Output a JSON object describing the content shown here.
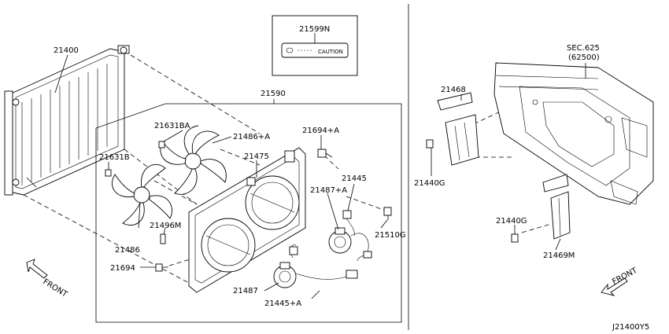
{
  "labels": {
    "p21400": "21400",
    "p21599n": "21599N",
    "caution": "CAUTION",
    "p21590": "21590",
    "p21631ba": "21631BA",
    "p21486a": "21486+A",
    "p21694a": "21694+A",
    "p21631b": "21631B",
    "p21475": "21475",
    "p21445": "21445",
    "p21487a": "21487+A",
    "p21510g": "21510G",
    "p21496m": "21496M",
    "p21486": "21486",
    "p21694": "21694",
    "p21487": "21487",
    "p21445a": "21445+A",
    "p21468": "21468",
    "sec625": "SEC.625",
    "sec625b": "(62500)",
    "p21440g_a": "21440G",
    "p21440g_b": "21440G",
    "p21469m": "21469M",
    "front_left": "FRONT",
    "front_right": "FRONT",
    "diagram_id": "J21400Y5"
  }
}
